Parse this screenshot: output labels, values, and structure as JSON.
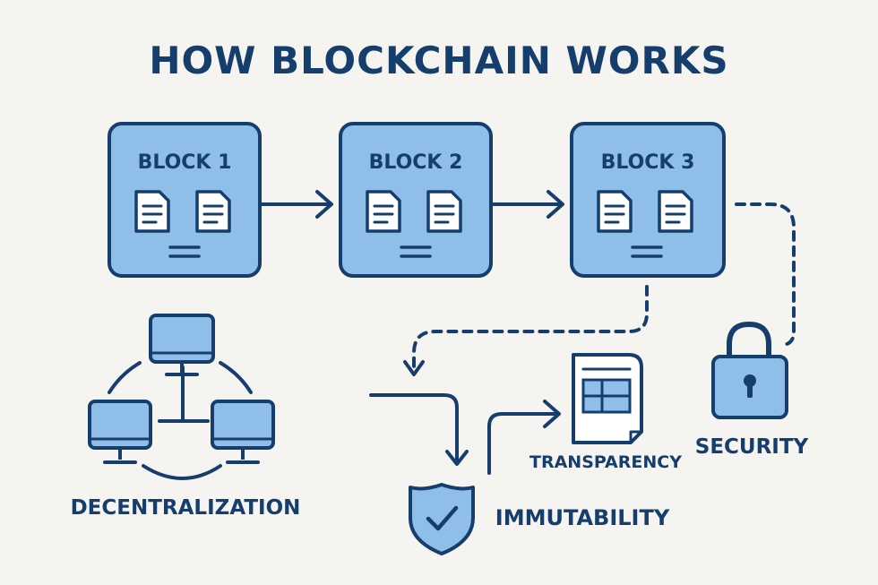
{
  "title": "HOW BLOCKCHAIN WORKS",
  "blocks": [
    {
      "label": "BLOCK 1"
    },
    {
      "label": "BLOCK 2"
    },
    {
      "label": "BLOCK 3"
    }
  ],
  "concepts": {
    "decentralization": "DECENTRALIZATION",
    "immutability": "IMMUTABILITY",
    "transparency": "TRANSPARENCY",
    "security": "SECURITY"
  },
  "colors": {
    "background": "#f6f4f0",
    "stroke": "#163e6d",
    "fill": "#8fbfe8"
  },
  "icons": {
    "block_documents": "document-icon",
    "network": "computer-network-icon",
    "immutability": "shield-check-icon",
    "transparency": "ledger-document-icon",
    "security": "padlock-icon"
  }
}
